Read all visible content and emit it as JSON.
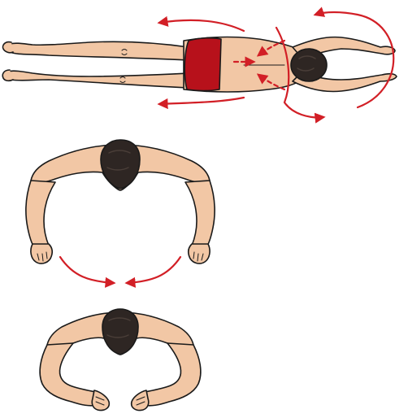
{
  "colors": {
    "background": "#ffffff",
    "skin": "#F2C7A5",
    "skin_shade": "#E4B08C",
    "outline": "#1a1a1a",
    "hair": "#2E2623",
    "hair_highlight": "#4A3E38",
    "swimsuit": "#B7111B",
    "arrow": "#D21F26"
  },
  "figures": [
    {
      "name": "swimmer-prone-top-view",
      "icon": "prone-swimmer-icon"
    },
    {
      "name": "upper-body-arms-wide",
      "icon": "arms-wide-torso-icon"
    },
    {
      "name": "upper-body-hands-together",
      "icon": "hands-together-torso-icon"
    }
  ],
  "arrows": [
    {
      "name": "arm-sweep-top-arrow",
      "style": "solid"
    },
    {
      "name": "arm-sweep-bottom-arrow",
      "style": "solid"
    },
    {
      "name": "leg-kick-top-arrow",
      "style": "solid"
    },
    {
      "name": "leg-kick-bottom-arrow",
      "style": "solid"
    },
    {
      "name": "body-rotation-dashed-arrows",
      "style": "dashed"
    },
    {
      "name": "hands-inward-left-arrow",
      "style": "solid"
    },
    {
      "name": "hands-inward-right-arrow",
      "style": "solid"
    }
  ]
}
